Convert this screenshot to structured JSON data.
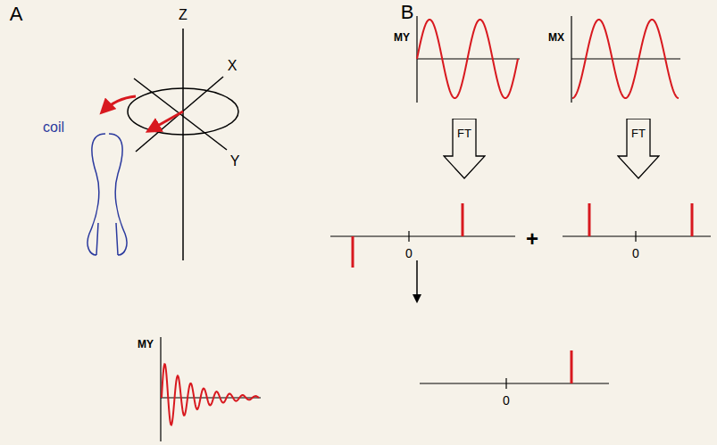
{
  "diagram": {
    "nodes": [
      {
        "text": [
          "FT"
        ]
      },
      {
        "text": [
          "FT"
        ]
      }
    ],
    "labels": [
      "A",
      "Z",
      "X",
      "Y",
      "coil",
      "MY",
      "B",
      "MY",
      "MX",
      "0",
      "+",
      "0",
      "0"
    ]
  }
}
